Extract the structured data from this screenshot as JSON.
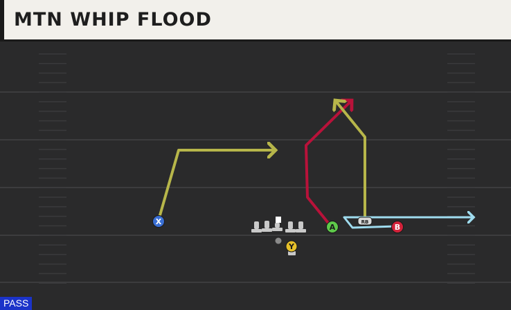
{
  "play": {
    "title": "MTN WHIP FLOOD",
    "type_badge": "PASS"
  },
  "players": {
    "x": {
      "label": "X",
      "color": "#3a6fd4",
      "role": "receiver"
    },
    "y": {
      "label": "Y",
      "color": "#e6c02a",
      "role": "receiver"
    },
    "a": {
      "label": "A",
      "color": "#5ec94a",
      "role": "receiver"
    },
    "b": {
      "label": "B",
      "color": "#d2223a",
      "role": "receiver"
    },
    "rb": {
      "label": "RB",
      "color": "#d9d9d9",
      "role": "running back"
    }
  },
  "route_colors": {
    "x_route": "#b7b64a",
    "a_route": "#b8123a",
    "rb_route": "#b7b64a",
    "b_route": "#9fdcef"
  }
}
